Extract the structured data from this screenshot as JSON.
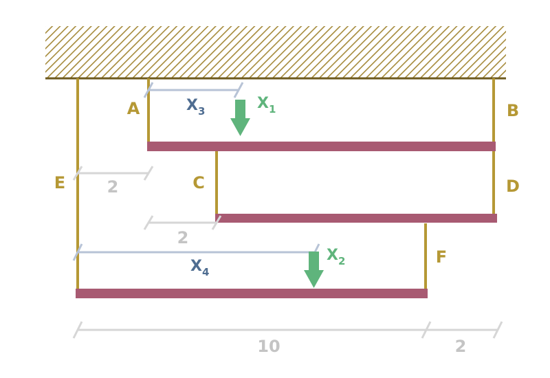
{
  "colors": {
    "ceiling_hatch": "#a58a3a",
    "ceiling_line": "#6e5a1e",
    "rods": "#b59835",
    "beams": "#a85a72",
    "dimension_lines": "#d6d6d6",
    "x_dimension_lines": "#b7c3d6",
    "x_labels": "#4f6d91",
    "force_arrows": "#5fb47c"
  },
  "rods": {
    "A": "A",
    "B": "B",
    "C": "C",
    "D": "D",
    "E": "E",
    "F": "F"
  },
  "dimensions": {
    "upper_offset": "2",
    "middle_offset": "2",
    "bottom_span": "10",
    "right_span": "2"
  },
  "unknowns": {
    "x3": {
      "main": "X",
      "sub": "3"
    },
    "x4": {
      "main": "X",
      "sub": "4"
    }
  },
  "loads": {
    "x1": {
      "main": "X",
      "sub": "1",
      "icon": "down-arrow-icon"
    },
    "x2": {
      "main": "X",
      "sub": "2",
      "icon": "down-arrow-icon"
    }
  }
}
